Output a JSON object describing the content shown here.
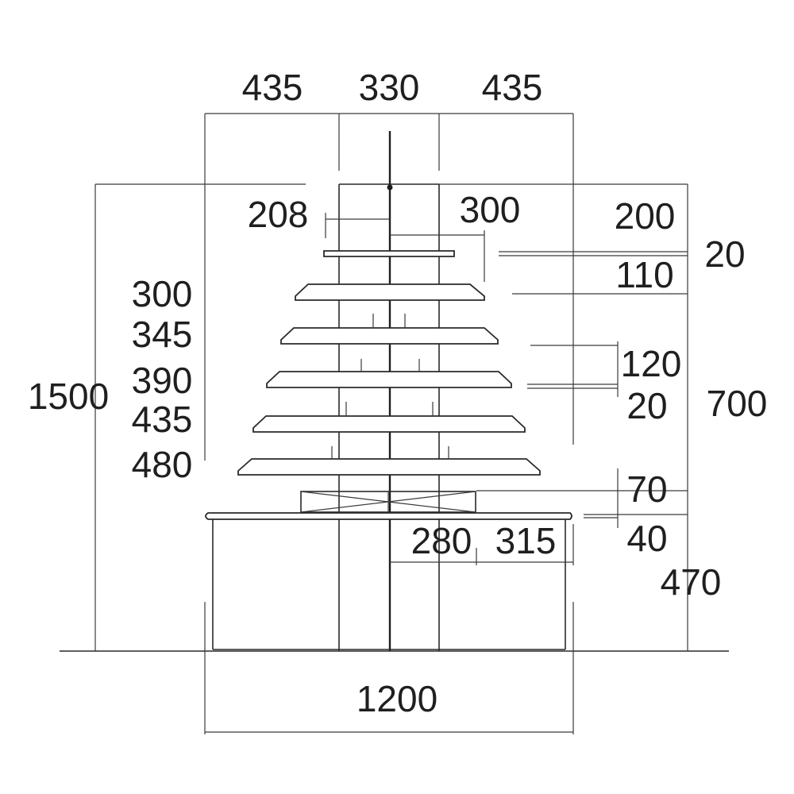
{
  "dimensions": {
    "top_left": "435",
    "top_center": "330",
    "top_right": "435",
    "total_height": "1500",
    "pole_offset": "208",
    "top_shelf_gap": "300",
    "right_200": "200",
    "right_20_top": "20",
    "right_110": "110",
    "right_120": "120",
    "right_20_mid": "20",
    "right_700": "700",
    "right_70": "70",
    "right_40": "40",
    "right_470": "470",
    "shelf_300": "300",
    "shelf_345": "345",
    "shelf_390": "390",
    "shelf_435": "435",
    "shelf_480": "480",
    "base_280": "280",
    "base_315": "315",
    "bottom_width": "1200"
  }
}
